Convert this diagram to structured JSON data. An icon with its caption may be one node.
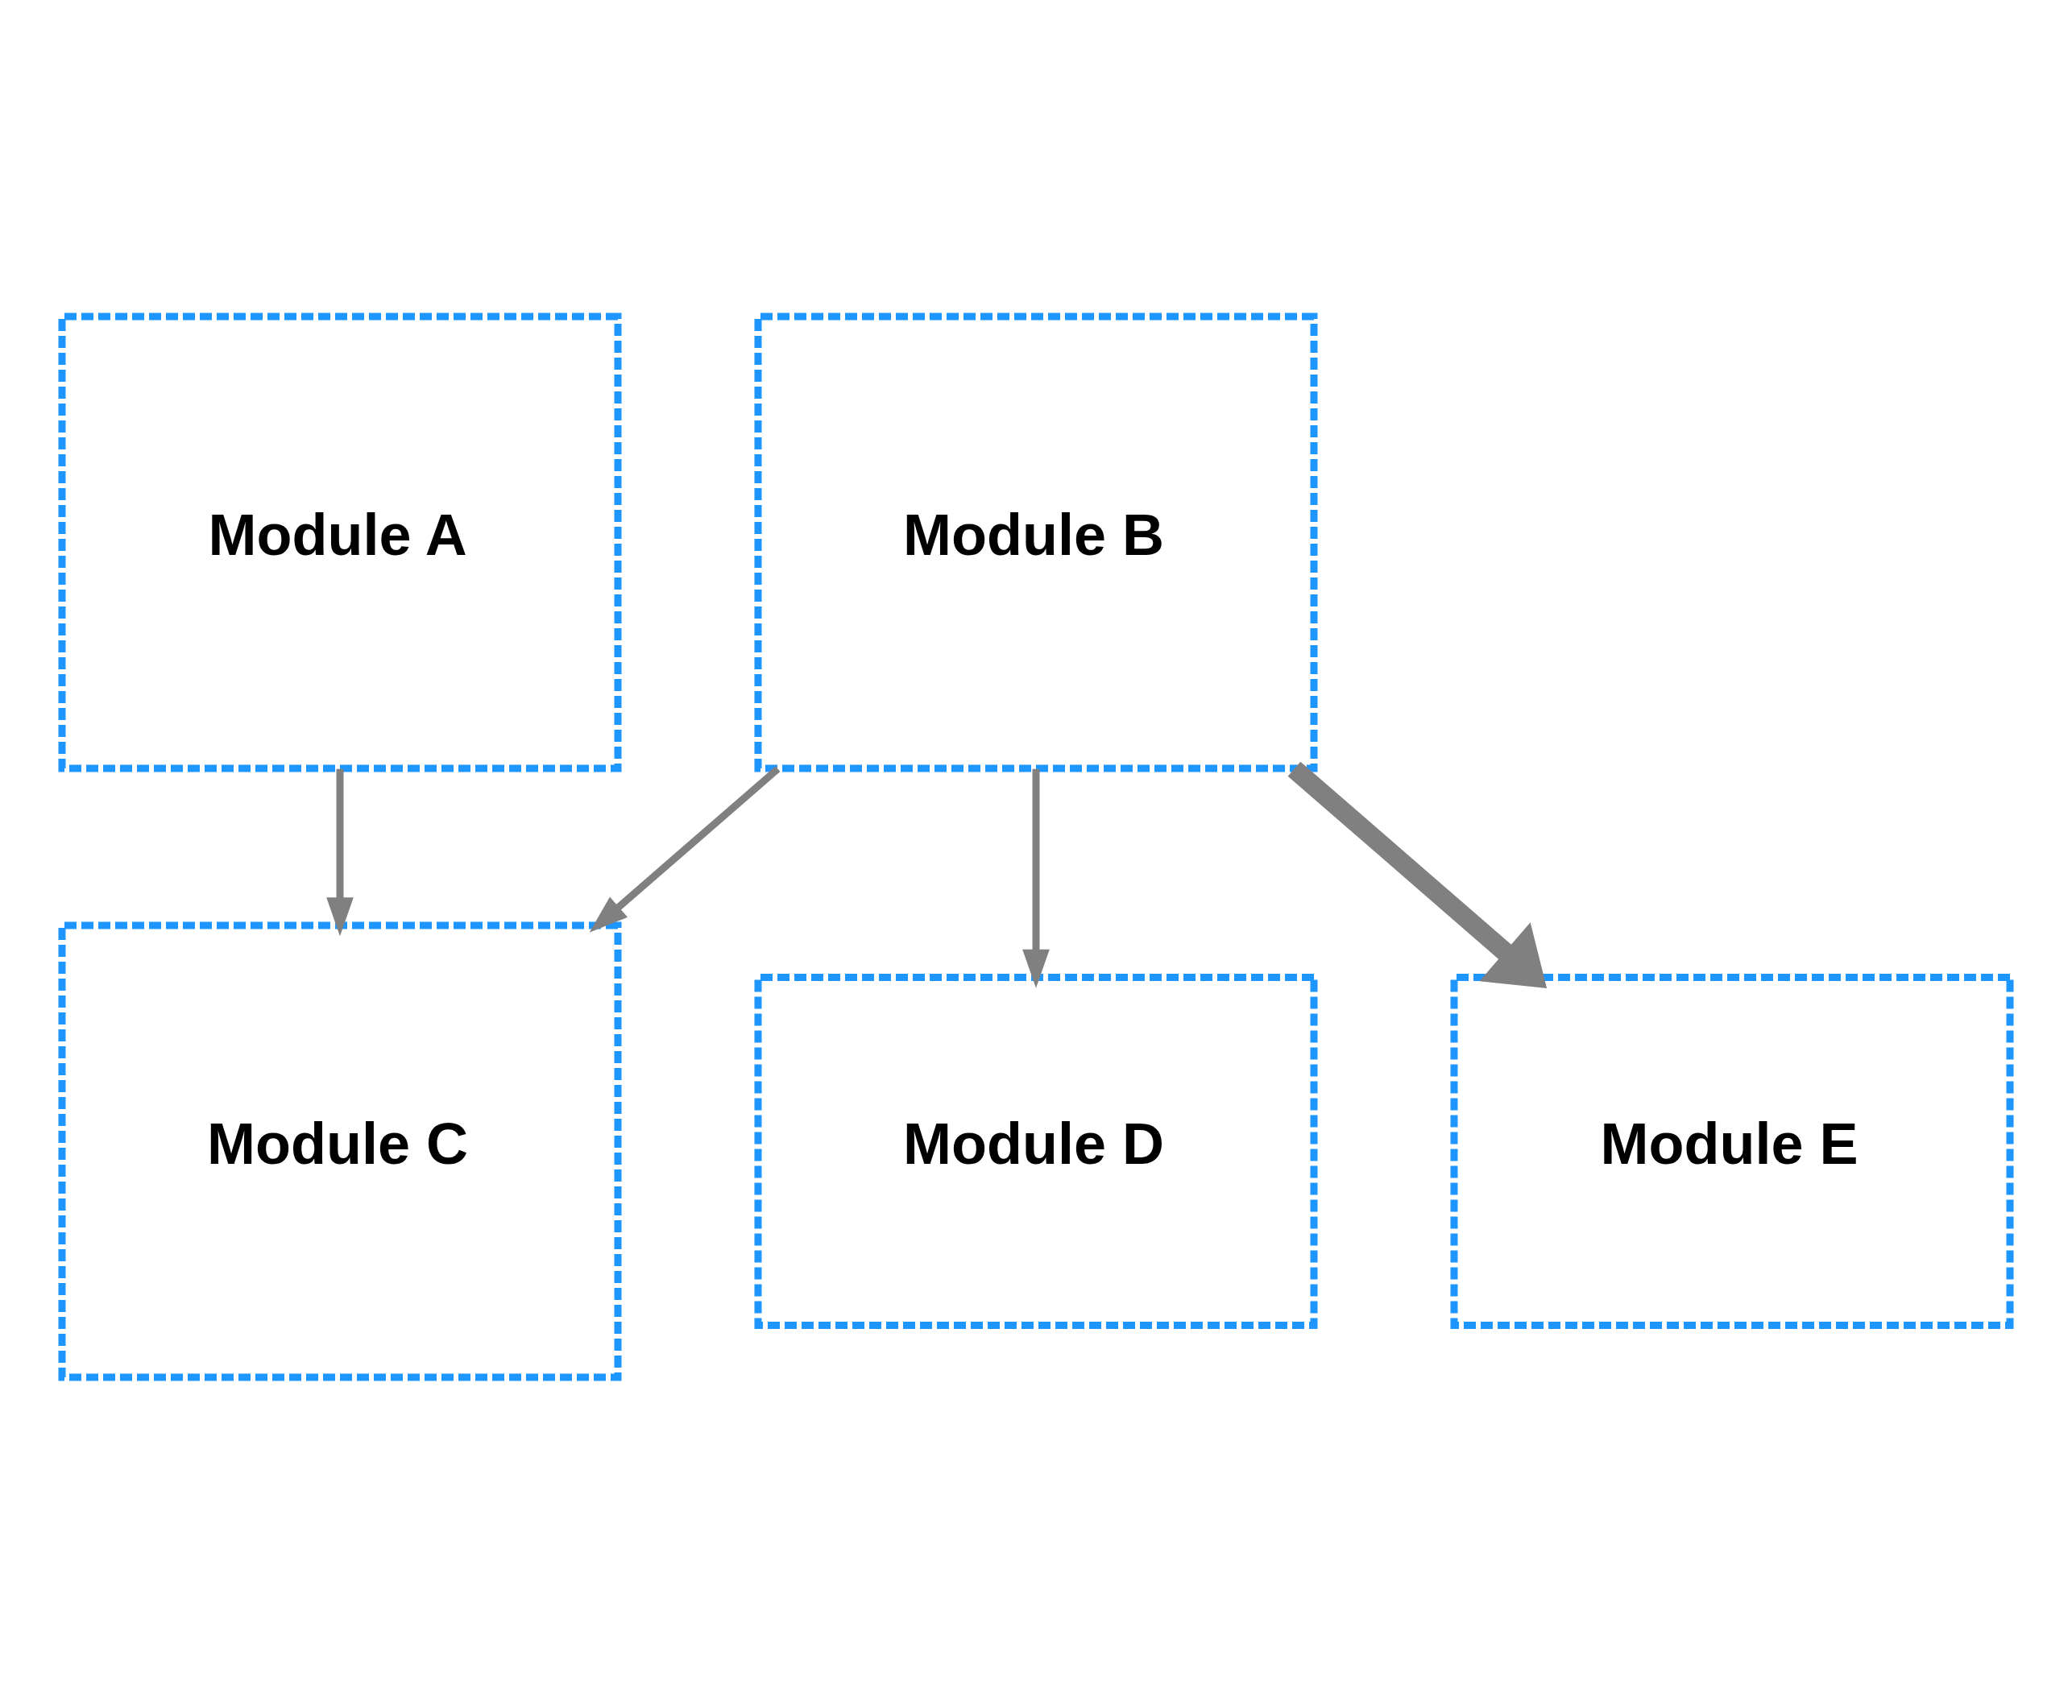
{
  "diagram": {
    "nodes": [
      {
        "text": [
          "Module A"
        ]
      },
      {
        "text": [
          "Module B"
        ]
      },
      {
        "text": [
          "Module C"
        ]
      },
      {
        "text": [
          "Module D"
        ]
      },
      {
        "text": [
          "Module E"
        ]
      }
    ],
    "edges": [
      {
        "from": 0,
        "to": 2,
        "arrow": "to"
      },
      {
        "from": 1,
        "to": 2,
        "arrow": "to"
      },
      {
        "from": 1,
        "to": 4,
        "arrow": "to",
        "style": "thick"
      },
      {
        "from": 1,
        "to": 3,
        "arrow": "to"
      }
    ]
  }
}
